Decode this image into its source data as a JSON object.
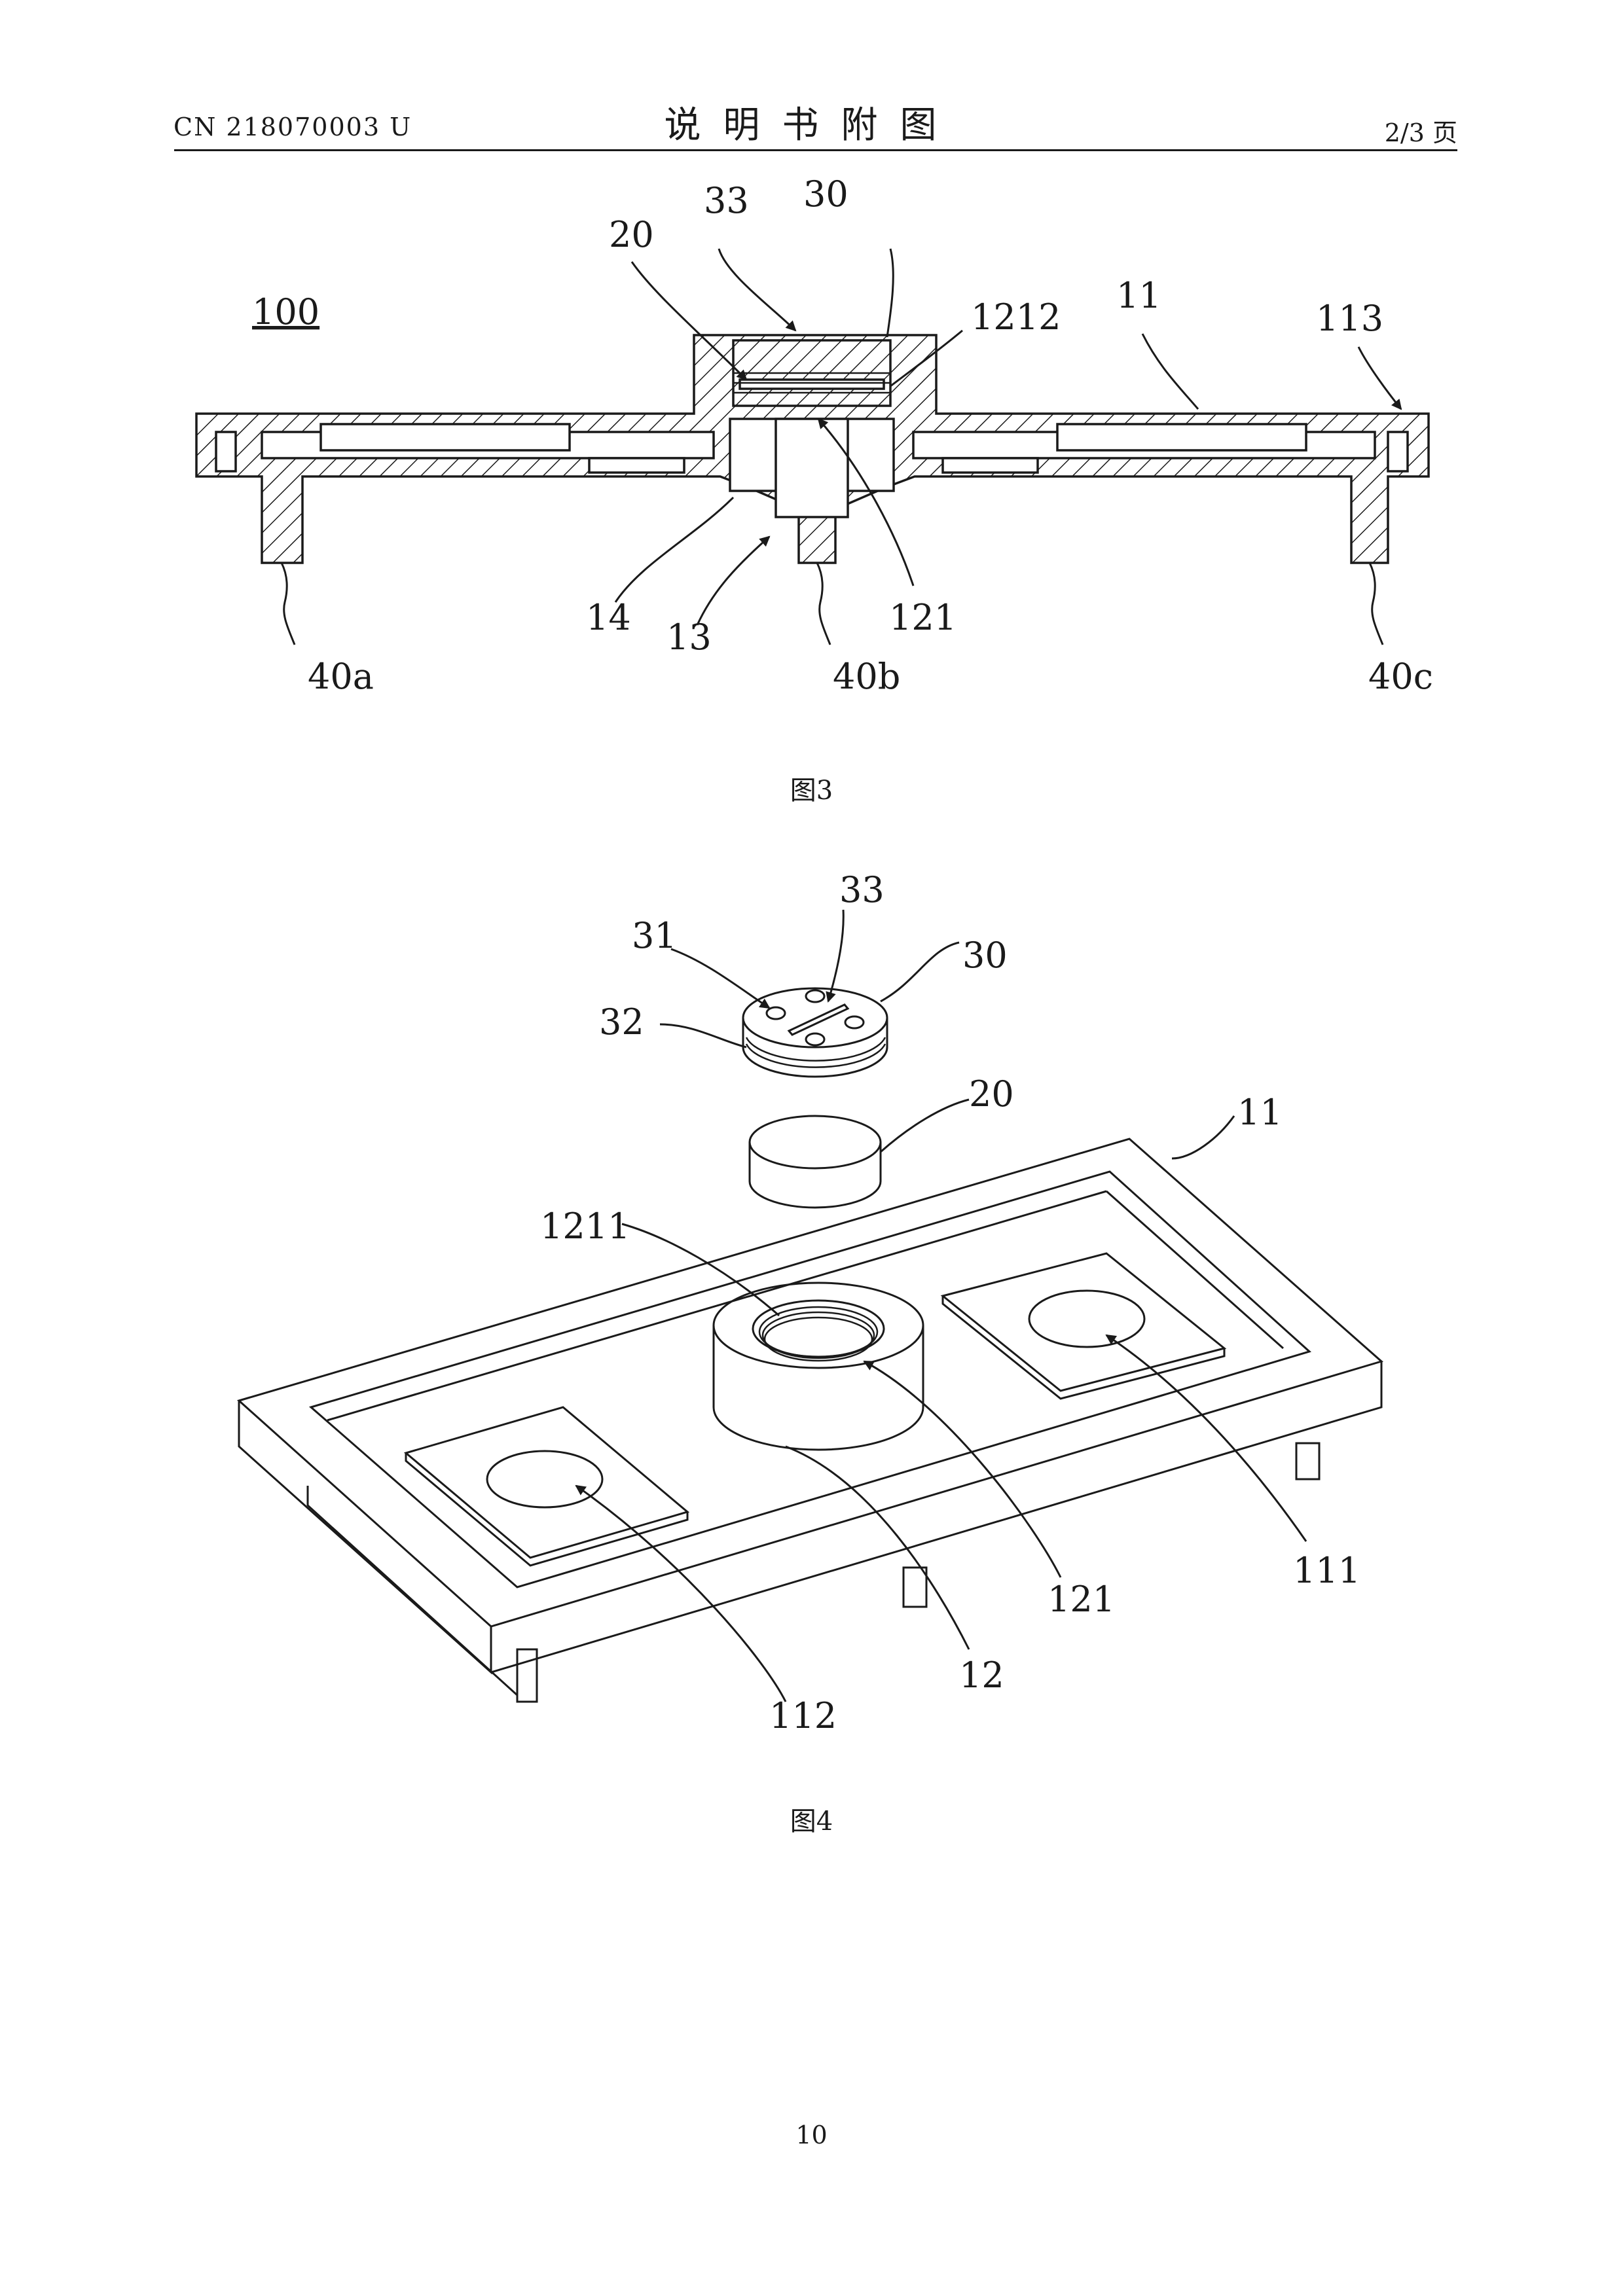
{
  "header": {
    "patent_number": "CN 218070003 U",
    "title": "说明书附图",
    "page_of": "2/3 页"
  },
  "figure3": {
    "caption": "图3",
    "ref_100": "100",
    "labels": [
      "33",
      "30",
      "20",
      "1212",
      "11",
      "113",
      "14",
      "13",
      "121",
      "40a",
      "40b",
      "40c"
    ]
  },
  "figure4": {
    "caption": "图4",
    "labels": [
      "33",
      "31",
      "30",
      "32",
      "20",
      "11",
      "1211",
      "121",
      "111",
      "112",
      "12"
    ]
  },
  "footer": {
    "page_number": "10"
  }
}
